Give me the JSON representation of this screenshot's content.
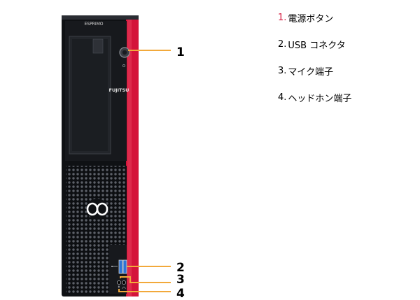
{
  "colors": {
    "case_dark": "#0f1114",
    "case_red": "#d4143a",
    "callout": "#f2a93b",
    "number_accent": "#d4143a"
  },
  "device": {
    "model_label": "ESPRIMO",
    "brand_label": "FUJITSU",
    "icons": [
      "power-icon",
      "fujitsu-infinity-logo-icon",
      "usb-icon",
      "microphone-icon",
      "headphone-icon"
    ]
  },
  "callouts": [
    {
      "number": "1"
    },
    {
      "number": "2"
    },
    {
      "number": "3"
    },
    {
      "number": "4"
    }
  ],
  "legend": [
    {
      "number": "1.",
      "label": "電源ボタン"
    },
    {
      "number": "2.",
      "label": "USB コネクタ"
    },
    {
      "number": "3.",
      "label": "マイク端子"
    },
    {
      "number": "4.",
      "label": "ヘッドホン端子"
    }
  ]
}
